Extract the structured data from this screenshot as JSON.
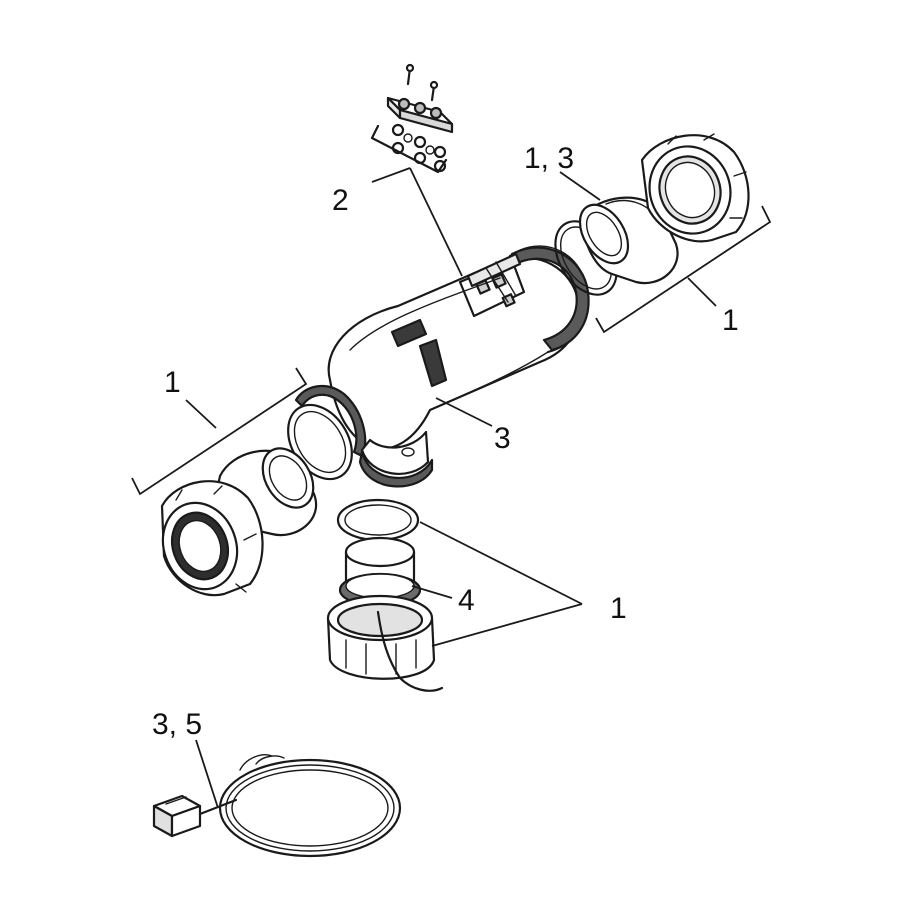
{
  "callouts": {
    "upper_bracket": "2",
    "right_insert": "1, 3",
    "right_group": "1",
    "left_group": "1",
    "body": "3",
    "bottom_adapter": "4",
    "bottom_group": "1",
    "cable": "3, 5"
  },
  "colors": {
    "line": "#1a1a1a",
    "band": "#5a5a5a",
    "background": "#ffffff"
  },
  "icons": [
    "screw-icon",
    "o-ring-icon",
    "union-nut-icon",
    "cable-coil-icon"
  ]
}
